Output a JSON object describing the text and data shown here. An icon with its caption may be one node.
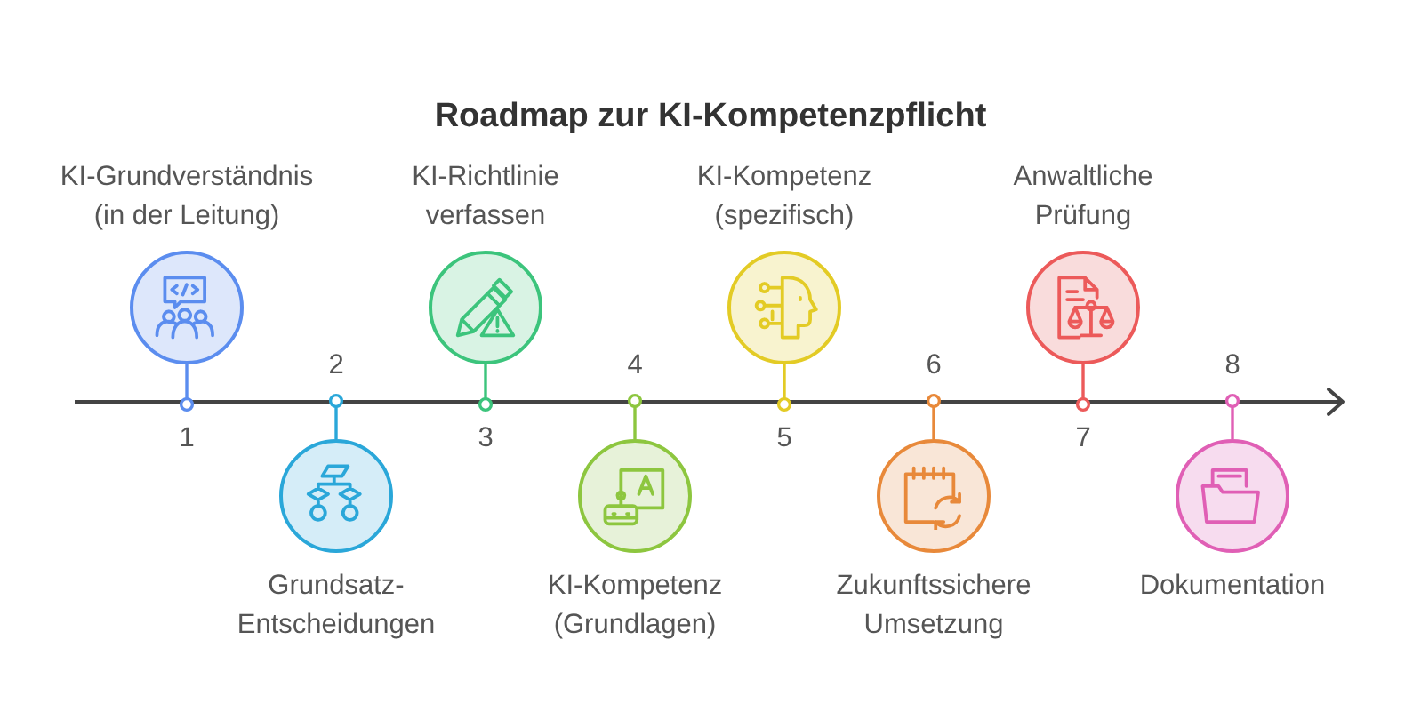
{
  "diagram": {
    "title": "Roadmap zur KI-Kompetenzpflicht",
    "nodes": [
      {
        "text": [
          "KI-Grundverständnis (in der Leitung)"
        ],
        "beside": [
          "1"
        ]
      },
      {
        "text": [
          "Grundsatz-Entscheidungen"
        ],
        "beside": [
          "2"
        ]
      },
      {
        "text": [
          "KI-Richtlinie verfassen"
        ],
        "beside": [
          "3"
        ]
      },
      {
        "text": [
          "KI-Kompetenz (Grundlagen)"
        ],
        "beside": [
          "4"
        ]
      },
      {
        "text": [
          "KI-Kompetenz (spezifisch)"
        ],
        "beside": [
          "5"
        ]
      },
      {
        "text": [
          "Zukunftssichere Umsetzung"
        ],
        "beside": [
          "6"
        ]
      },
      {
        "text": [
          "Anwaltliche Prüfung"
        ],
        "beside": [
          "7"
        ]
      },
      {
        "text": [
          "Dokumentation"
        ],
        "beside": [
          "8"
        ]
      }
    ],
    "edges": [
      {
        "from": 0,
        "to": null,
        "arrow": "other",
        "color": "#5b8def"
      },
      {
        "from": 1,
        "to": null,
        "arrow": "other",
        "color": "#2aa7d9"
      },
      {
        "from": 2,
        "to": null,
        "arrow": "other",
        "color": "#3cc47c"
      },
      {
        "from": 3,
        "to": null,
        "arrow": "other",
        "color": "#8dc63f"
      },
      {
        "from": 4,
        "to": null,
        "arrow": "other",
        "color": "#e3cb25"
      },
      {
        "from": 5,
        "to": null,
        "arrow": "other",
        "color": "#e8893a"
      },
      {
        "from": 6,
        "to": null,
        "arrow": "other",
        "color": "#ec5a5a"
      },
      {
        "from": 7,
        "to": null,
        "arrow": "other",
        "color": "#e05fb5"
      }
    ]
  }
}
